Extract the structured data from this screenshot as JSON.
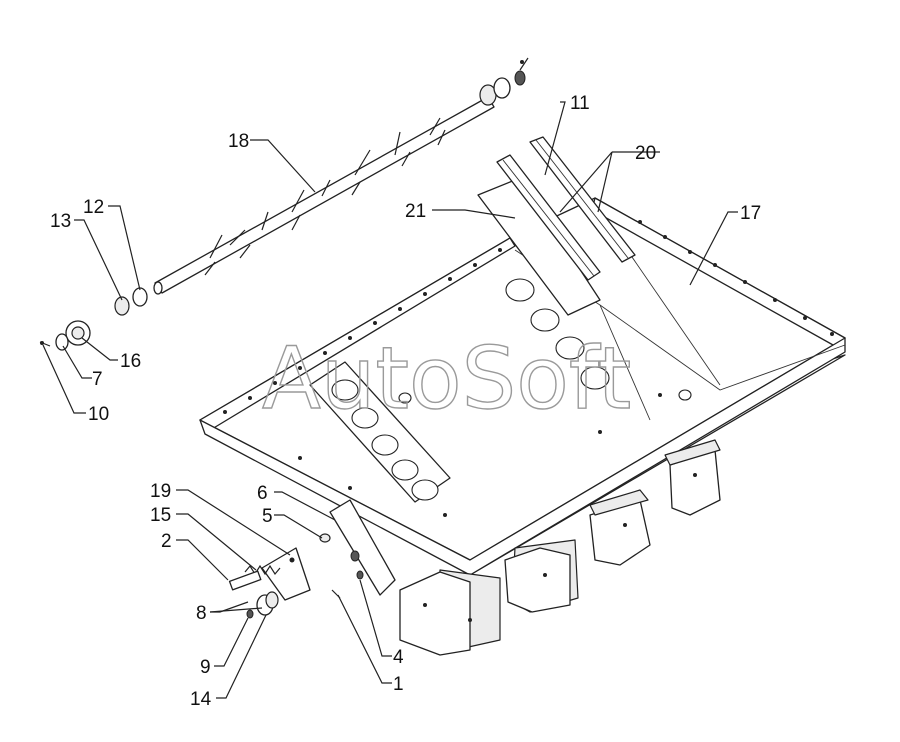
{
  "watermark": "AutoSoft",
  "callouts": [
    {
      "id": "l18",
      "text": "18"
    },
    {
      "id": "l11",
      "text": "11"
    },
    {
      "id": "l20",
      "text": "20"
    },
    {
      "id": "l21",
      "text": "21"
    },
    {
      "id": "l17",
      "text": "17"
    },
    {
      "id": "l12",
      "text": "12"
    },
    {
      "id": "l13",
      "text": "13"
    },
    {
      "id": "l16",
      "text": "16"
    },
    {
      "id": "l7",
      "text": "7"
    },
    {
      "id": "l10",
      "text": "10"
    },
    {
      "id": "l19",
      "text": "19"
    },
    {
      "id": "l6",
      "text": "6"
    },
    {
      "id": "l15",
      "text": "15"
    },
    {
      "id": "l5",
      "text": "5"
    },
    {
      "id": "l2",
      "text": "2"
    },
    {
      "id": "l8",
      "text": "8"
    },
    {
      "id": "l9",
      "text": "9"
    },
    {
      "id": "l4",
      "text": "4"
    },
    {
      "id": "l1",
      "text": "1"
    },
    {
      "id": "l14",
      "text": "14"
    }
  ]
}
